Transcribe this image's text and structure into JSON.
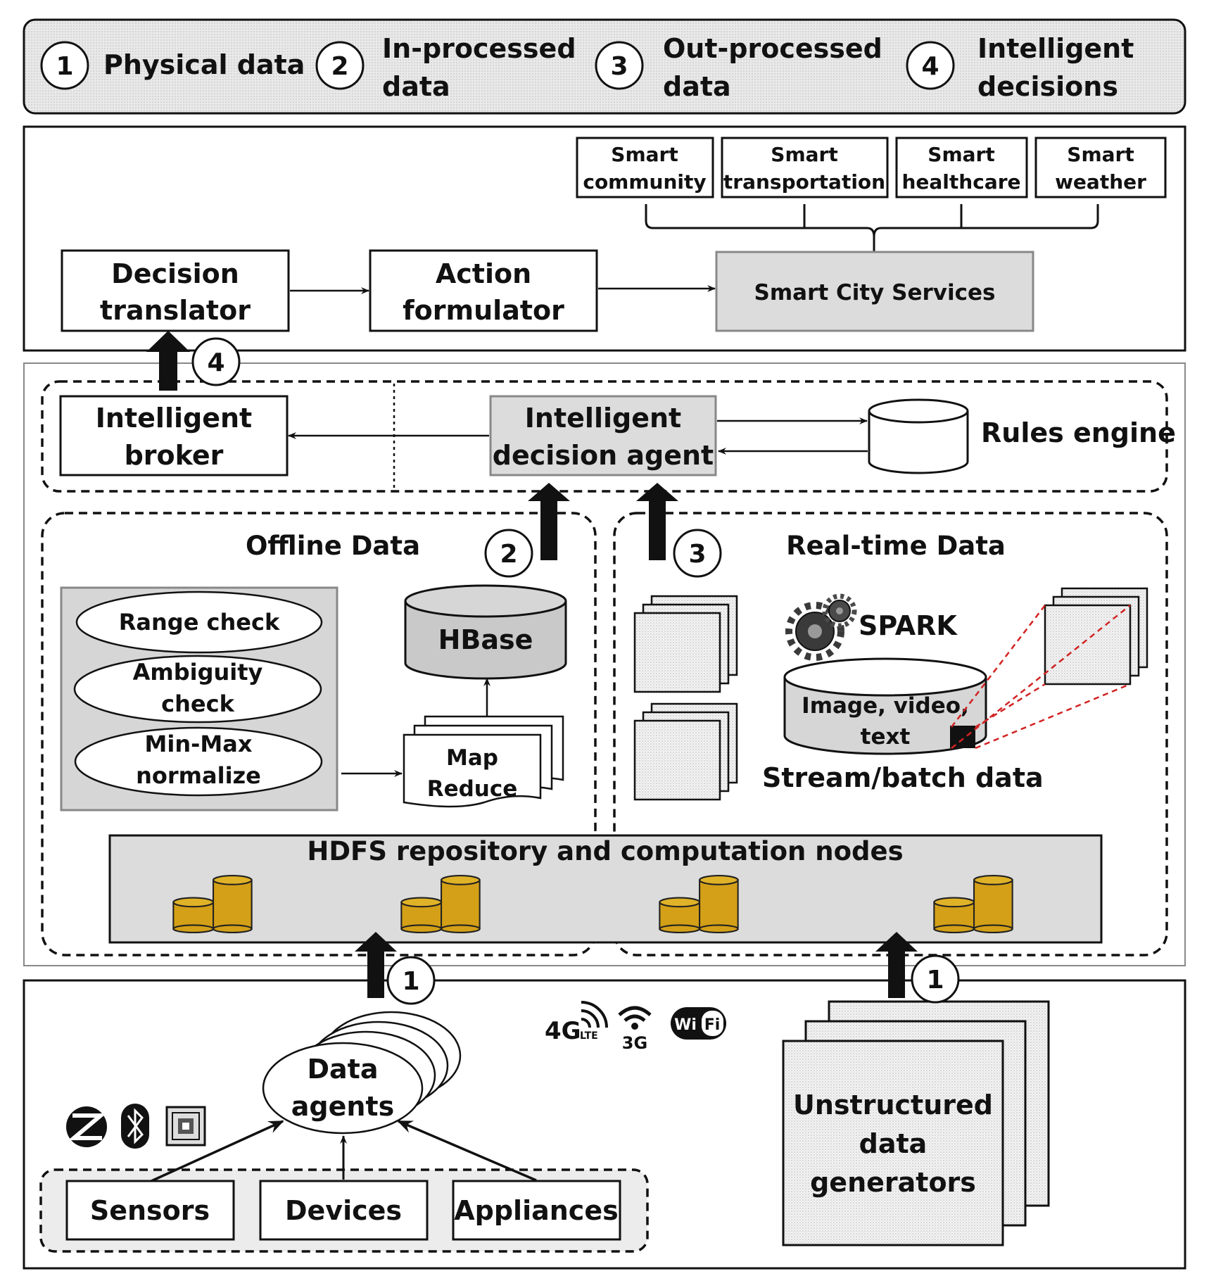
{
  "legend": {
    "items": [
      {
        "num": "1",
        "line1": "Physical data",
        "line2": ""
      },
      {
        "num": "2",
        "line1": "In-processed",
        "line2": "data"
      },
      {
        "num": "3",
        "line1": "Out-processed",
        "line2": "data"
      },
      {
        "num": "4",
        "line1": "Intelligent",
        "line2": "decisions"
      }
    ]
  },
  "services": {
    "items": [
      {
        "line1": "Smart",
        "line2": "community"
      },
      {
        "line1": "Smart",
        "line2": "transportation"
      },
      {
        "line1": "Smart",
        "line2": "healthcare"
      },
      {
        "line1": "Smart",
        "line2": "weather"
      }
    ],
    "decision_translator": [
      "Decision",
      "translator"
    ],
    "action_formulator": [
      "Action",
      "formulator"
    ],
    "smart_city": "Smart City Services"
  },
  "decision_layer": {
    "broker": [
      "Intelligent",
      "broker"
    ],
    "agent": [
      "Intelligent",
      "decision agent"
    ],
    "rules_engine": "Rules engine"
  },
  "offline": {
    "title": "Offline Data",
    "checks": [
      [
        "Range check"
      ],
      [
        "Ambiguity",
        "check"
      ],
      [
        "Min-Max",
        "normalize"
      ]
    ],
    "hbase": "HBase",
    "mapreduce": [
      "Map",
      "Reduce"
    ]
  },
  "realtime": {
    "title": "Real-time Data",
    "spark": "SPARK",
    "store": [
      "Image, video,",
      "text"
    ],
    "stream_label": "Stream/batch data"
  },
  "hdfs": {
    "label": "HDFS repository and computation nodes"
  },
  "physical": {
    "agents": [
      "Data",
      "agents"
    ],
    "sources": [
      "Sensors",
      "Devices",
      "Appliances"
    ],
    "network": {
      "g4": "4G",
      "lte": "LTE",
      "g3": "3G",
      "wifi": [
        "Wi",
        "Fi"
      ]
    },
    "unstructured": [
      "Unstructured",
      "data",
      "generators"
    ]
  },
  "markers": {
    "one": "1",
    "two": "2",
    "three": "3",
    "four": "4"
  },
  "colors": {
    "panel_grey": "#d6d6d6",
    "box_grey": "#dcdcdc",
    "gold": "#d4a017",
    "red_dash": "#d22222"
  }
}
